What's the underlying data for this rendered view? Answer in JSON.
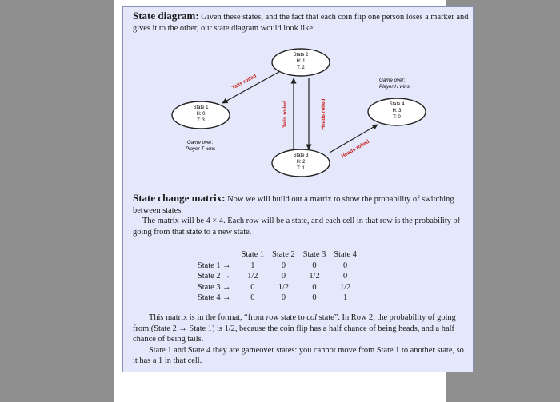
{
  "intro": {
    "heading": "State diagram:",
    "text": "Given these states, and the fact that each coin flip one person loses a marker and gives it to the other, our state diagram would look like:"
  },
  "diagram": {
    "nodes": [
      {
        "id": "s1",
        "lines": [
          "State 1",
          "H: 0",
          "T: 3"
        ]
      },
      {
        "id": "s2",
        "lines": [
          "State 2",
          "H: 1",
          "T: 2"
        ]
      },
      {
        "id": "s3",
        "lines": [
          "State 3",
          "H: 2",
          "T: 1"
        ]
      },
      {
        "id": "s4",
        "lines": [
          "State 4",
          "H: 3",
          "T: 0"
        ]
      }
    ],
    "edge_labels": {
      "tails_rolled_diag": "Tails rolled",
      "tails_rolled_vert": "Tails rolled",
      "heads_rolled_vert": "Heads rolled",
      "heads_rolled_diag": "Heads rolled"
    },
    "notes": {
      "player_h_line1": "Game over:",
      "player_h_line2": "Player H wins",
      "player_t_line1": "Game over:",
      "player_t_line2": "Player T wins"
    },
    "colors": {
      "node_stroke": "#222222",
      "edge": "#222222",
      "edge_label": "#c8231e",
      "node_fill": "#ffffff"
    }
  },
  "matrix_section": {
    "heading": "State change matrix:",
    "line1": "Now we will build out a matrix to show the probability of switching between states.",
    "line2": "The matrix will be 4 × 4. Each row will be a state, and each cell in that row is the probability of going from that state to a new state."
  },
  "matrix": {
    "columns": [
      "State 1",
      "State 2",
      "State 3",
      "State 4"
    ],
    "rows": [
      {
        "label": "State 1 →",
        "cells": [
          "1",
          "0",
          "0",
          "0"
        ]
      },
      {
        "label": "State 2 →",
        "cells": [
          "1/2",
          "0",
          "1/2",
          "0"
        ]
      },
      {
        "label": "State 3 →",
        "cells": [
          "0",
          "1/2",
          "0",
          "1/2"
        ]
      },
      {
        "label": "State 4 →",
        "cells": [
          "0",
          "0",
          "0",
          "1"
        ]
      }
    ]
  },
  "explanation": {
    "p1_a": "This matrix is in the format, “from",
    "p1_row": "row",
    "p1_b": "state to",
    "p1_col": "col",
    "p1_c": "state”. In Row 2, the probability of going from (State 2 → State 1) is 1/2, because the coin flip has a half chance of being heads, and a half chance of being tails.",
    "p2": "State 1 and State 4 they are gameover states: you cannot move from State 1 to another state, so it has a 1 in that cell."
  }
}
